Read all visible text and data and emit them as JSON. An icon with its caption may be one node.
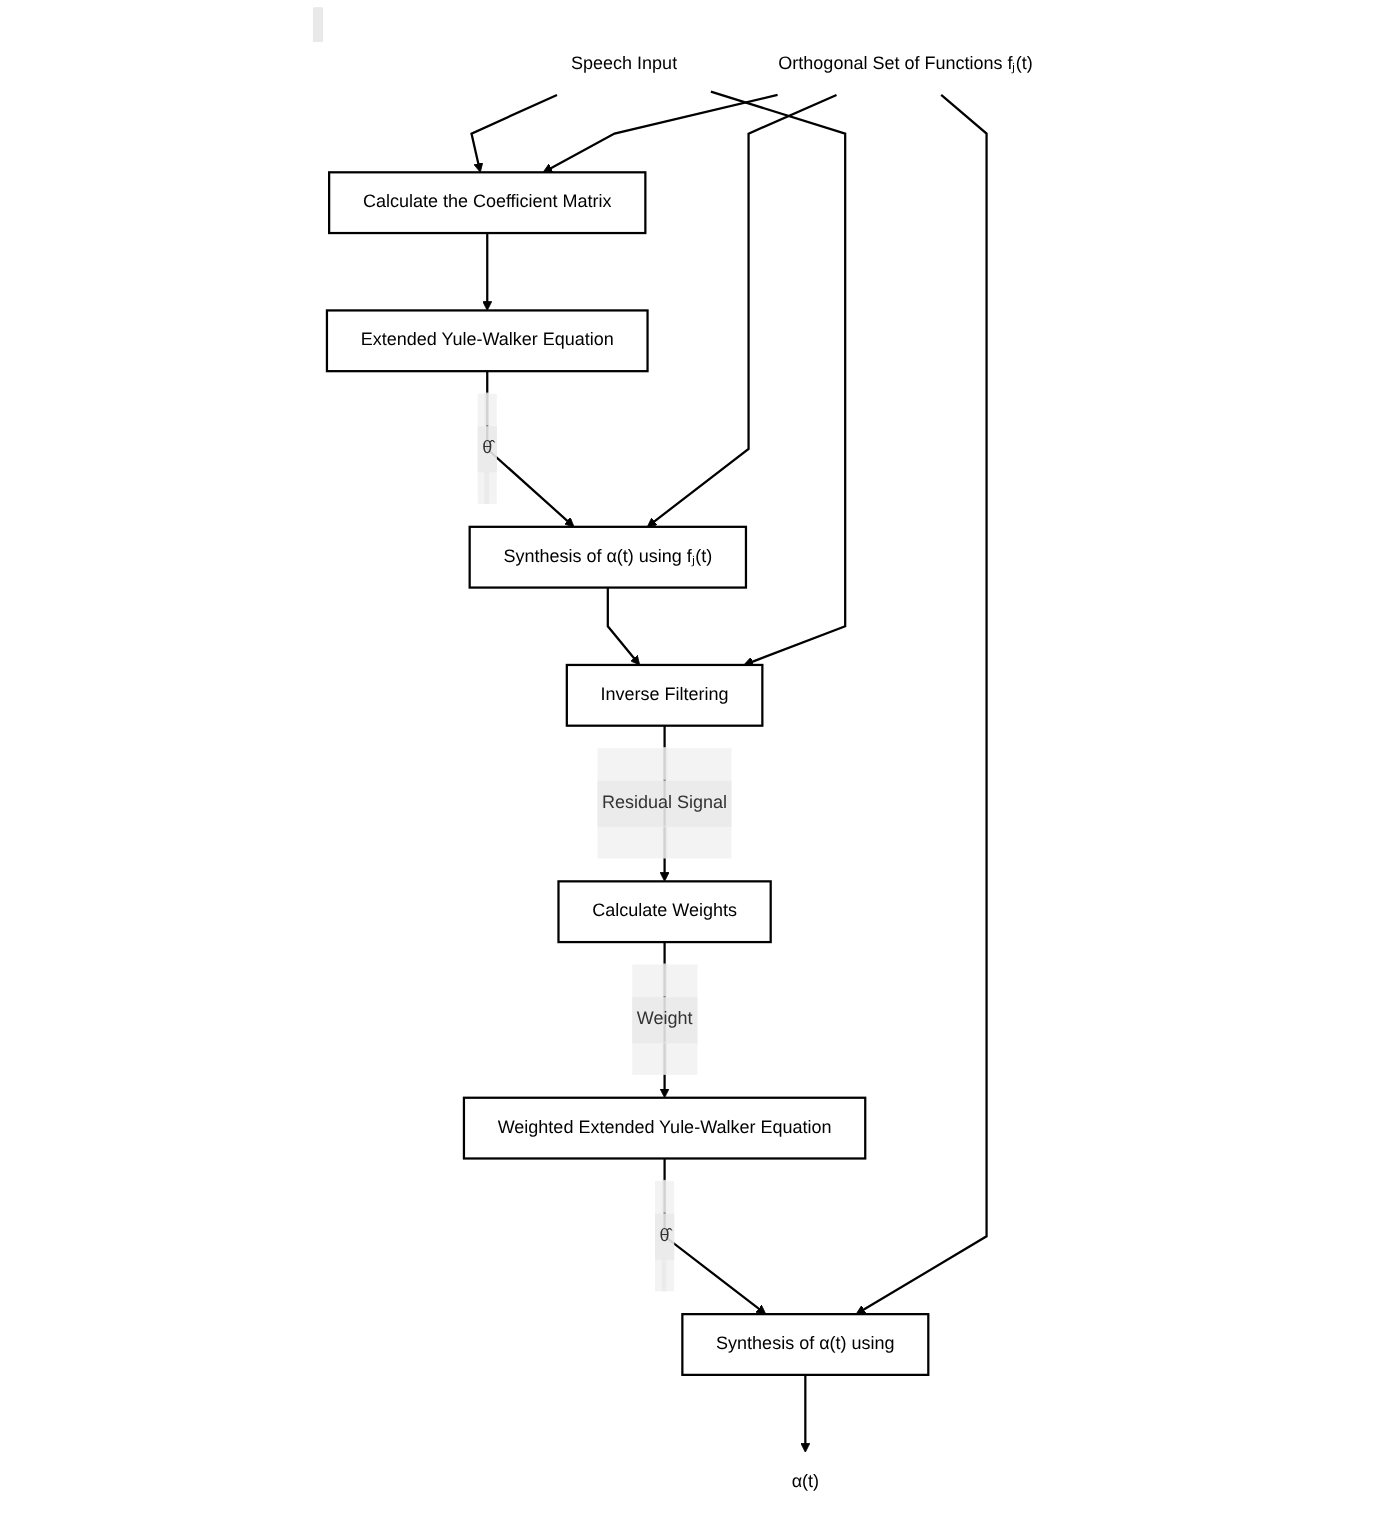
{
  "diagram": {
    "nodes": [
      {
        "text": [
          "Speech Input"
        ]
      },
      {
        "text": [
          "Orthogonal Set of Functions fⱼ(t)"
        ]
      },
      {
        "text": [
          "Calculate the Coefficient Matrix"
        ]
      },
      {
        "text": [
          "Extended Yule-Walker Equation"
        ]
      },
      {
        "text": [
          "Synthesis of α(t) using fⱼ(t)"
        ]
      },
      {
        "text": [
          "Inverse Filtering"
        ]
      },
      {
        "text": [
          "Calculate Weights"
        ]
      },
      {
        "text": [
          "Weighted Extended Yule-Walker Equation"
        ]
      },
      {
        "text": [
          "Synthesis of α(t) using"
        ]
      },
      {
        "text": [
          "α(t)"
        ]
      }
    ],
    "edges": [
      {
        "from": 0,
        "to": 2,
        "arrow": "to"
      },
      {
        "from": 1,
        "to": 2,
        "arrow": "to"
      },
      {
        "from": 2,
        "to": 3,
        "arrow": "to"
      },
      {
        "from": 3,
        "to": 4,
        "arrow": "to",
        "label": "θ̂"
      },
      {
        "from": 1,
        "to": 4,
        "arrow": "to"
      },
      {
        "from": 4,
        "to": 5,
        "arrow": "to"
      },
      {
        "from": 0,
        "to": 5,
        "arrow": "to"
      },
      {
        "from": 5,
        "to": 6,
        "arrow": "to",
        "label": "Residual Signal"
      },
      {
        "from": 6,
        "to": 7,
        "arrow": "to",
        "label": "Weight"
      },
      {
        "from": 7,
        "to": 8,
        "arrow": "to",
        "label": "θ̂"
      },
      {
        "from": 1,
        "to": 8,
        "arrow": "to"
      },
      {
        "from": 8,
        "to": 9,
        "arrow": "to"
      }
    ]
  }
}
